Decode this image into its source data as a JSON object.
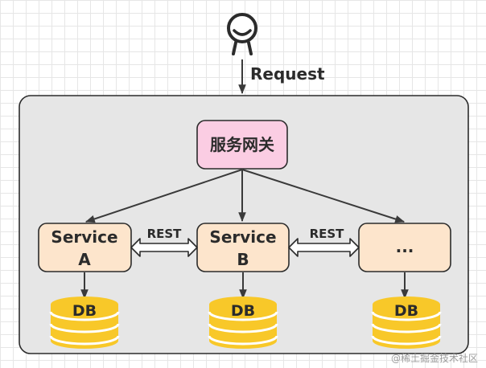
{
  "user": {
    "icon": "user-icon",
    "request_label": "Request"
  },
  "gateway": {
    "label": "服务网关",
    "color": "#fbcde3"
  },
  "services": [
    {
      "line1": "Service",
      "line2": "A"
    },
    {
      "line1": "Service",
      "line2": "B"
    },
    {
      "line1": "...",
      "line2": ""
    }
  ],
  "rest_links": [
    {
      "label": "REST"
    },
    {
      "label": "REST"
    }
  ],
  "databases": [
    {
      "label": "DB"
    },
    {
      "label": "DB"
    },
    {
      "label": "DB"
    }
  ],
  "colors": {
    "container_fill": "#e6e6e6",
    "service_fill": "#fde5cc",
    "db_fill": "#f8c829"
  },
  "watermark": "@稀土掘金技术社区"
}
